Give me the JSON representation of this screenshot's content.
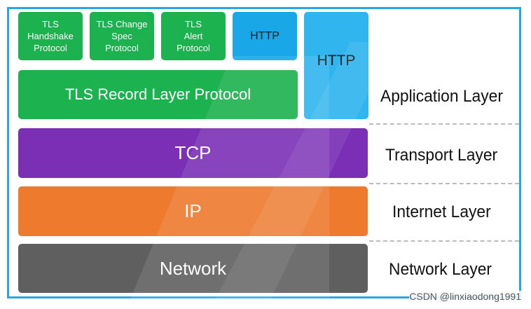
{
  "boxes": {
    "tls_handshake": [
      "TLS",
      "Handshake",
      "Protocol"
    ],
    "tls_change_spec": [
      "TLS Change",
      "Spec",
      "Protocol"
    ],
    "tls_alert": [
      "TLS",
      "Alert",
      "Protocol"
    ],
    "http_small": "HTTP",
    "http_tall": "HTTP",
    "tls_record": "TLS Record Layer Protocol",
    "tcp": "TCP",
    "ip": "IP",
    "network": "Network"
  },
  "layers": {
    "application": "Application Layer",
    "transport": "Transport Layer",
    "internet": "Internet Layer",
    "network": "Network Layer"
  },
  "watermark": "CSDN @linxiaodong1991",
  "colors": {
    "frame": "#2aa6e6",
    "tls": "#1bb24f",
    "http": "#19a7e8",
    "tcp": "#7a2fb5",
    "ip": "#ee7a2d",
    "network": "#5f5f5f"
  }
}
